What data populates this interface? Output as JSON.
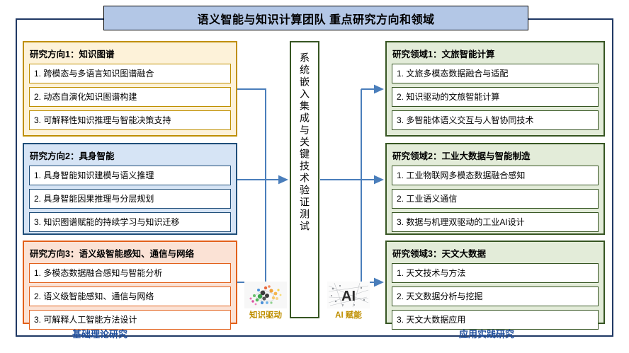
{
  "header": {
    "title": "语义智能与知识计算团队 重点研究方向和领域",
    "banner_fill": "#b3c7e6",
    "frame_color": "#1f3864"
  },
  "center": {
    "label": "系统嵌入集成与关键技术验证测试",
    "border_color": "#375623"
  },
  "left_column": {
    "groups": [
      {
        "title": "研究方向1：知识图谱",
        "accent": "#bf8f00",
        "items": [
          "1. 跨模态与多语言知识图谱融合",
          "2. 动态自演化知识图谱构建",
          "3. 可解释性知识推理与智能决策支持"
        ]
      },
      {
        "title": "研究方向2：具身智能",
        "accent": "#1f4e79",
        "items": [
          "1. 具身智能知识建模与语义推理",
          "2. 具身智能因果推理与分层规划",
          "3. 知识图谱赋能的持续学习与知识迁移"
        ]
      },
      {
        "title": "研究方向3：语义级智能感知、通信与网络",
        "accent": "#e2601a",
        "items": [
          "1. 多模态数据融合感知与智能分析",
          "2. 语义级智能感知、通信与网络",
          "3. 可解释人工智能方法设计"
        ]
      }
    ]
  },
  "right_column": {
    "groups": [
      {
        "title": "研究领域1：文旅智能计算",
        "accent": "#375623",
        "items": [
          "1. 文旅多模态数据融合与适配",
          "2. 知识驱动的文旅智能计算",
          "3. 多智能体语义交互与人智协同技术"
        ]
      },
      {
        "title": "研究领域2：工业大数据与智能制造",
        "accent": "#375623",
        "items": [
          "1. 工业物联网多模态数据融合感知",
          "2. 工业语义通信",
          "3. 数据与机理双驱动的工业AI设计"
        ]
      },
      {
        "title": "研究领域3：天文大数据",
        "accent": "#375623",
        "items": [
          "1. 天文技术与方法",
          "2. 天文数据分析与挖掘",
          "3. 天文大数据应用"
        ]
      }
    ]
  },
  "icons": [
    {
      "name": "knowledge-graph-icon",
      "caption": "知识驱动"
    },
    {
      "name": "ai-icon",
      "caption": "AI 赋能"
    }
  ],
  "bottom_labels": {
    "left": "基础理论研究",
    "right": "应用实践研究",
    "color": "#1f4e9c"
  },
  "connectors": {
    "color": "#4a7ebb"
  }
}
